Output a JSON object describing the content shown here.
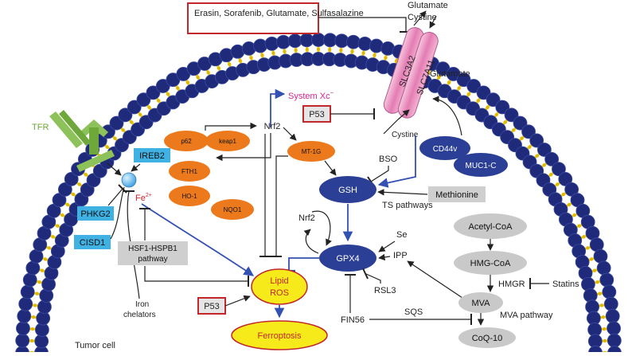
{
  "colors": {
    "membrane_dark": "#1f2a7a",
    "membrane_yellow": "#f2d21f",
    "ellipse_blue": "#2b3f96",
    "ellipse_orange": "#ec7a1c",
    "ellipse_gray": "#c9c9c9",
    "label_blue": "#3fb1e3",
    "label_gray": "#cfcfcf",
    "redbox": "#c0282c",
    "arrow_blue": "#3350b3",
    "lipid_yellow": "#f7ea1a",
    "channel_pink": "#e9a0c8",
    "system_xc": "#d6268e",
    "tfr_green": "#6fa83a",
    "fe_red": "#d3262a"
  },
  "membrane_icon": "lipid-bilayer-icon",
  "channel_icon": "transporter-icon",
  "receptor_icon": "receptor-icon",
  "iron_icon": "iron-ion-icon",
  "labels": {
    "inhibitors": "Erasin, Sorafenib, Glutamate, Sulfasalazine",
    "glutamate_top": "Glutamate",
    "cystine_top": "Cystine",
    "glutamate_mid": "Glutamate",
    "slc3a2": "SLC3A2",
    "slc7a11": "SLC7A11",
    "system_xc": "System Xc",
    "system_xc_sup": "−",
    "p53_top": "P53",
    "cystine_bottom": "Cystine",
    "tfr": "TFR",
    "ireb2": "IREB2",
    "phkg2": "PHKG2",
    "cisd1": "CISD1",
    "fe": "Fe",
    "fe_sup": "2+",
    "p62": "p62",
    "keap1": "keap1",
    "nrf2_top": "Nrf2",
    "fth1": "FTH1",
    "ho1": "HO-1",
    "nqo1": "NQO1",
    "mt1g": "MT-1G",
    "bso": "BSO",
    "gsh": "GSH",
    "methionine": "Methionine",
    "ts_pathways": "TS pathways",
    "cd44v": "CD44v",
    "muc1c": "MUC1-C",
    "nrf2_mid": "Nrf2",
    "gpx4": "GPX4",
    "se": "Se",
    "ipp": "IPP",
    "rsl3": "RSL3",
    "hsf1_line1": "HSF1-HSPB1",
    "hsf1_line2": "pathway",
    "lipid_line1": "Lipid",
    "lipid_line2": "ROS",
    "p53_bottom": "P53",
    "ferroptosis": "Ferroptosis",
    "iron_line1": "Iron",
    "iron_line2": "chelators",
    "fin56": "FIN56",
    "sqs": "SQS",
    "acetyl_coa": "Acetyl-CoA",
    "hmg_coa": "HMG-CoA",
    "hmgr": "HMGR",
    "statins": "Statins",
    "mva": "MVA",
    "mva_pathway": "MVA pathway",
    "coq10": "CoQ-10",
    "tumor_cell": "Tumor cell"
  }
}
